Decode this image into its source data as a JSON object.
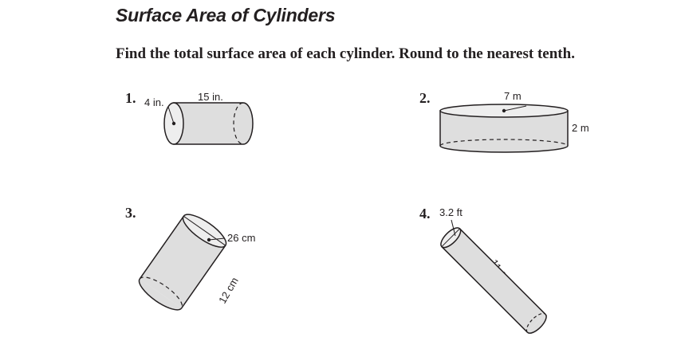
{
  "title": "Surface Area of Cylinders",
  "instructions": "Find the total surface area of each cylinder. Round to the nearest tenth.",
  "problems": [
    {
      "number": "1.",
      "labels": [
        "4 in.",
        "15 in."
      ]
    },
    {
      "number": "2.",
      "labels": [
        "7 m",
        "2 m"
      ]
    },
    {
      "number": "3.",
      "labels": [
        "26 cm",
        "12 cm"
      ]
    },
    {
      "number": "4.",
      "labels": [
        "3.2 ft",
        "11.6 ft"
      ]
    }
  ],
  "colors": {
    "cylinder_fill": "#dedede",
    "ink": "#231f20"
  }
}
